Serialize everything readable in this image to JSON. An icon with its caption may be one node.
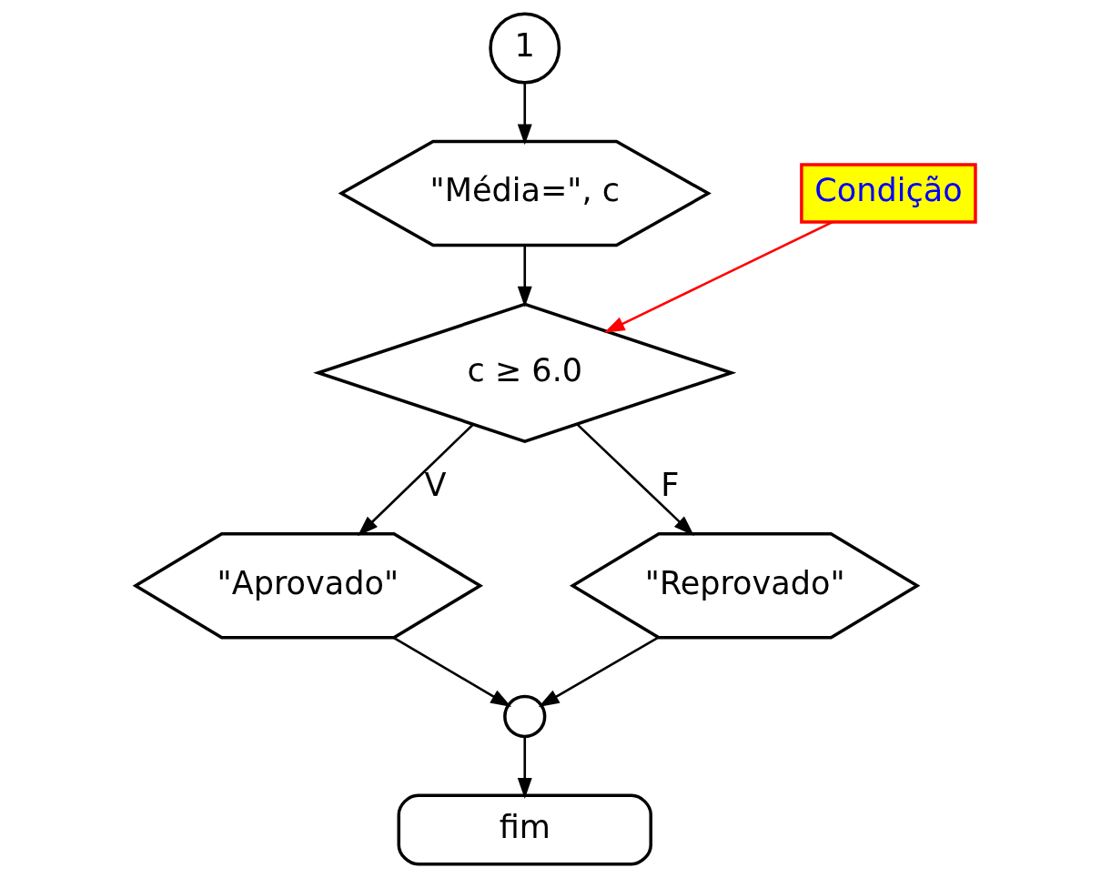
{
  "diagram": {
    "nodes": [
      {
        "text": [
          "1"
        ]
      },
      {
        "text": [
          "\"Média=\", c"
        ]
      },
      {
        "text": [
          "c ≥ 6.0"
        ]
      },
      {
        "text": [
          "\"Aprovado\""
        ]
      },
      {
        "text": [
          "\"Reprovado\""
        ]
      },
      {
        "text": [],
        "shape": "circle"
      },
      {
        "text": [
          "fim"
        ]
      },
      {
        "text": [
          "Condição"
        ]
      }
    ],
    "edges": [
      {
        "from": 0,
        "to": 1,
        "arrow": "to"
      },
      {
        "from": 1,
        "to": 2,
        "arrow": "to"
      },
      {
        "from": 2,
        "to": 3,
        "arrow": "to",
        "label": "V"
      },
      {
        "from": 2,
        "to": 4,
        "arrow": "to",
        "label": "F"
      },
      {
        "from": 3,
        "to": 5,
        "arrow": "to"
      },
      {
        "from": 4,
        "to": 5,
        "arrow": "to"
      },
      {
        "from": 5,
        "to": 6,
        "arrow": "to"
      },
      {
        "from": 7,
        "to": 2,
        "arrow": "to",
        "color": "#ff0000"
      }
    ]
  }
}
